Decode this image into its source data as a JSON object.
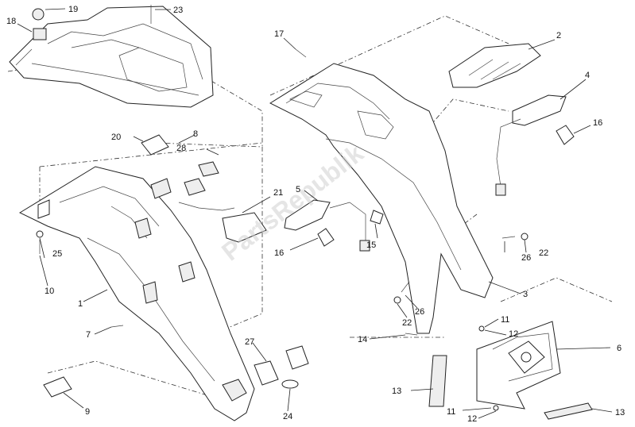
{
  "watermark": "PartsRepublik",
  "callouts": {
    "c1": "1",
    "c2": "2",
    "c3": "3",
    "c4": "4",
    "c5": "5",
    "c6": "6",
    "c7": "7",
    "c8": "8",
    "c9": "9",
    "c10": "10",
    "c11a": "11",
    "c11b": "11",
    "c12a": "12",
    "c12b": "12",
    "c13a": "13",
    "c13b": "13",
    "c14": "14",
    "c15": "15",
    "c16a": "16",
    "c16b": "16",
    "c17": "17",
    "c18": "18",
    "c19": "19",
    "c20": "20",
    "c21": "21",
    "c22a": "22",
    "c22b": "22",
    "c23": "23",
    "c24": "24",
    "c25": "25",
    "c26a": "26",
    "c26b": "26",
    "c27": "27",
    "c28": "28"
  }
}
